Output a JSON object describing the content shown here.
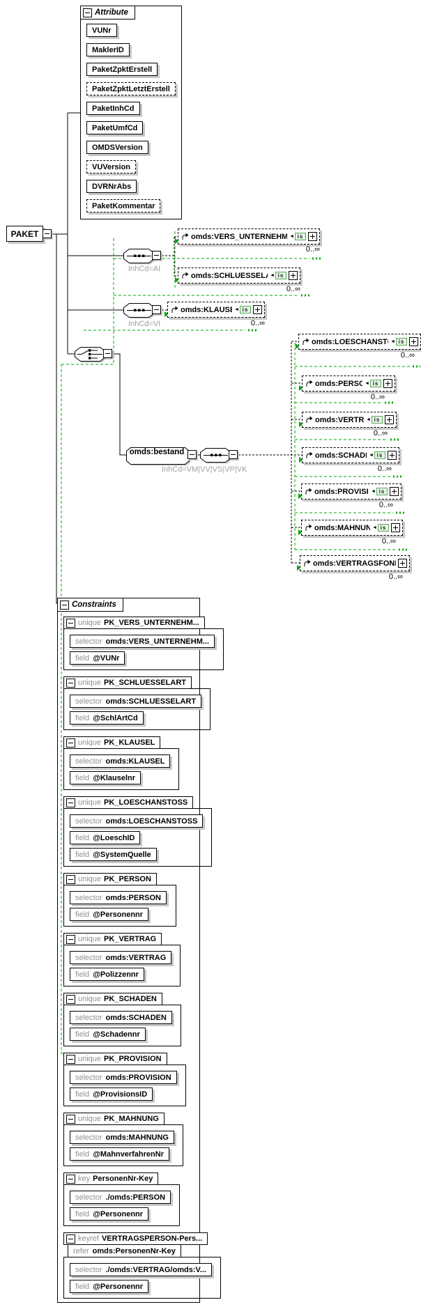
{
  "root": {
    "label": "PAKET"
  },
  "attributes_panel": {
    "title": "Attribute",
    "items": [
      {
        "label": "VUNr",
        "optional": false
      },
      {
        "label": "MaklerID",
        "optional": false
      },
      {
        "label": "PaketZpktErstell",
        "optional": false
      },
      {
        "label": "PaketZpktLetztErstell",
        "optional": true
      },
      {
        "label": "PaketInhCd",
        "optional": false
      },
      {
        "label": "PaketUmfCd",
        "optional": false
      },
      {
        "label": "OMDSVersion",
        "optional": false
      },
      {
        "label": "VUVersion",
        "optional": true
      },
      {
        "label": "DVRNrAbs",
        "optional": false
      },
      {
        "label": "PaketKommentar",
        "optional": true
      }
    ]
  },
  "tree": {
    "compositors": {
      "ai": {
        "type": "sequence",
        "condition": "InhCd=AI"
      },
      "vi": {
        "type": "sequence",
        "condition": "InhCd=VI"
      },
      "choice": {
        "type": "choice"
      },
      "bestand_seq": {
        "type": "sequence",
        "condition": "InhCd=VM|VV|VS|VP|VK"
      }
    },
    "bestand": {
      "label": "omds:bestand"
    },
    "elements": {
      "vers_unternehmen": {
        "label": "omds:VERS_UNTERNEHMEN",
        "occurs": "0..∞",
        "badge": "is"
      },
      "schluesselart": {
        "label": "omds:SCHLUESSELART",
        "occurs": "0..∞",
        "badge": "is"
      },
      "klausel": {
        "label": "omds:KLAUSEL",
        "occurs": "0..∞",
        "badge": "is"
      },
      "loeschanstoss": {
        "label": "omds:LOESCHANSTOSS",
        "occurs": "0..∞",
        "badge": "is"
      },
      "person": {
        "label": "omds:PERSON",
        "occurs": "0..∞",
        "badge": "is"
      },
      "vertrag": {
        "label": "omds:VERTRAG",
        "occurs": "0..∞",
        "badge": "is"
      },
      "schaden": {
        "label": "omds:SCHADEN",
        "occurs": "0..∞",
        "badge": "is"
      },
      "provision": {
        "label": "omds:PROVISION",
        "occurs": "0..∞",
        "badge": "is"
      },
      "mahnung": {
        "label": "omds:MAHNUNG",
        "occurs": "0..∞",
        "badge": "is"
      },
      "vertragsfonds": {
        "label": "omds:VERTRAGSFONDS",
        "occurs": "0..∞"
      }
    }
  },
  "constraints_panel": {
    "title": "Constraints",
    "items": [
      {
        "kind": "unique",
        "name": "PK_VERS_UNTERNEHM...",
        "rows": [
          {
            "kw": "selector",
            "val": "omds:VERS_UNTERNEHM..."
          },
          {
            "kw": "field",
            "val": "@VUNr"
          }
        ]
      },
      {
        "kind": "unique",
        "name": "PK_SCHLUESSELART",
        "rows": [
          {
            "kw": "selector",
            "val": "omds:SCHLUESSELART"
          },
          {
            "kw": "field",
            "val": "@SchlArtCd"
          }
        ]
      },
      {
        "kind": "unique",
        "name": "PK_KLAUSEL",
        "rows": [
          {
            "kw": "selector",
            "val": "omds:KLAUSEL"
          },
          {
            "kw": "field",
            "val": "@Klauselnr"
          }
        ]
      },
      {
        "kind": "unique",
        "name": "PK_LOESCHANSTOSS",
        "rows": [
          {
            "kw": "selector",
            "val": "omds:LOESCHANSTOSS"
          },
          {
            "kw": "field",
            "val": "@LoeschID"
          },
          {
            "kw": "field",
            "val": "@SystemQuelle"
          }
        ]
      },
      {
        "kind": "unique",
        "name": "PK_PERSON",
        "rows": [
          {
            "kw": "selector",
            "val": "omds:PERSON"
          },
          {
            "kw": "field",
            "val": "@Personennr"
          }
        ]
      },
      {
        "kind": "unique",
        "name": "PK_VERTRAG",
        "rows": [
          {
            "kw": "selector",
            "val": "omds:VERTRAG"
          },
          {
            "kw": "field",
            "val": "@Polizzennr"
          }
        ]
      },
      {
        "kind": "unique",
        "name": "PK_SCHADEN",
        "rows": [
          {
            "kw": "selector",
            "val": "omds:SCHADEN"
          },
          {
            "kw": "field",
            "val": "@Schadennr"
          }
        ]
      },
      {
        "kind": "unique",
        "name": "PK_PROVISION",
        "rows": [
          {
            "kw": "selector",
            "val": "omds:PROVISION"
          },
          {
            "kw": "field",
            "val": "@ProvisionsID"
          }
        ]
      },
      {
        "kind": "unique",
        "name": "PK_MAHNUNG",
        "rows": [
          {
            "kw": "selector",
            "val": "omds:MAHNUNG"
          },
          {
            "kw": "field",
            "val": "@MahnverfahrenNr"
          }
        ]
      },
      {
        "kind": "key",
        "name": "PersonenNr-Key",
        "rows": [
          {
            "kw": "selector",
            "val": "./omds:PERSON"
          },
          {
            "kw": "field",
            "val": "@Personennr"
          }
        ]
      },
      {
        "kind": "keyref",
        "name": "VERTRAGSPERSON-Pers...",
        "rows": [
          {
            "kw": "refer",
            "val": "omds:PersonenNr-Key"
          },
          {
            "kw": "selector",
            "val": "./omds:VERTRAG/omds:V..."
          },
          {
            "kw": "field",
            "val": "@Personennr"
          }
        ]
      }
    ]
  },
  "colors": {
    "guide_green": "#00a800",
    "shadow_gray": "#c8c8c8",
    "muted_text": "#a0a0a0",
    "badge_bg": "#e6f4e6",
    "badge_border": "#58a858"
  }
}
